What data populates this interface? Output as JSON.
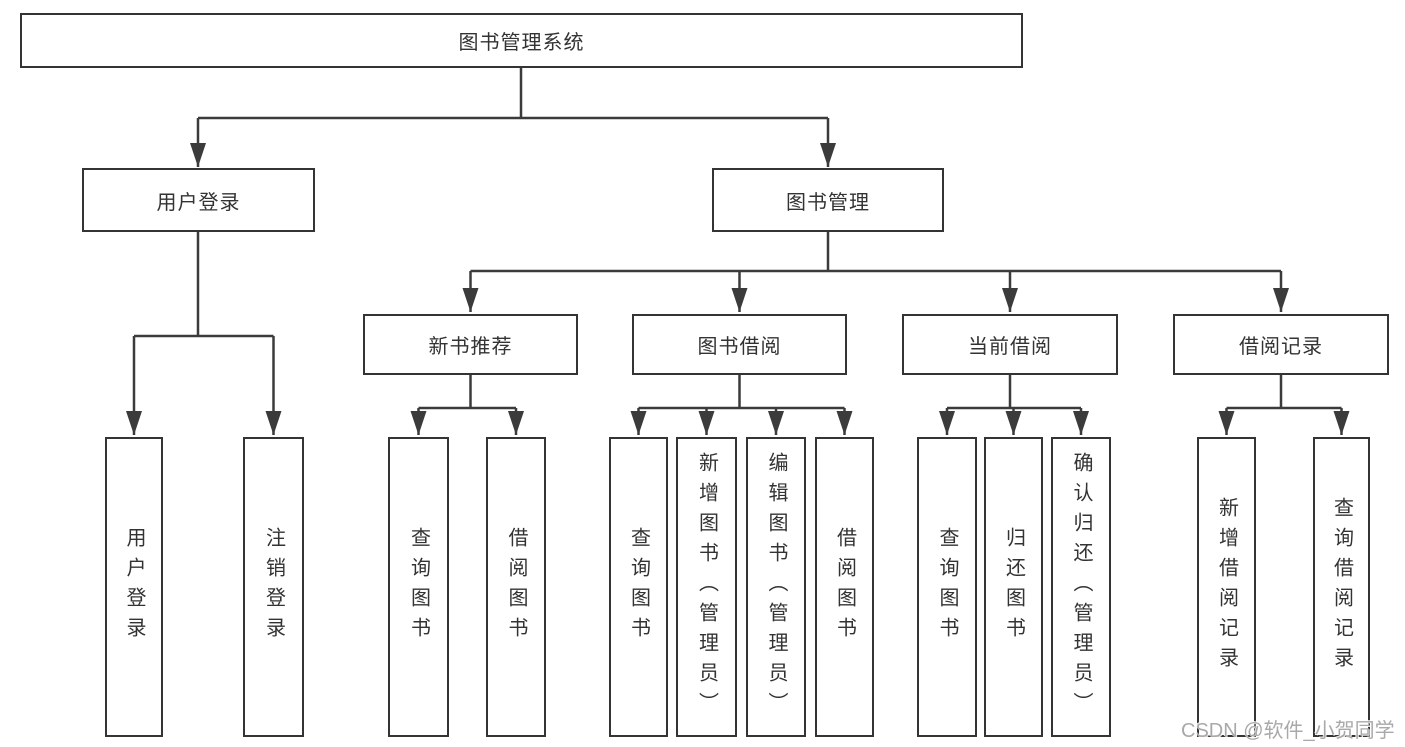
{
  "diagram": {
    "title": "图书管理系统",
    "type": "functional-structure-tree",
    "hierarchy": {
      "图书管理系统": {
        "用户登录": [
          "用户登录",
          "注销登录"
        ],
        "图书管理": {
          "新书推荐": [
            "查询图书",
            "借阅图书"
          ],
          "图书借阅": [
            "查询图书",
            "新增图书（管理员）",
            "编辑图书（管理员）",
            "借阅图书"
          ],
          "当前借阅": [
            "查询图书",
            "归还图书",
            "确认归还（管理员）"
          ],
          "借阅记录": [
            "新增借阅记录",
            "查询借阅记录"
          ]
        }
      }
    }
  },
  "nodes": {
    "root": "图书管理系统",
    "user_login": "用户登录",
    "book_mgmt": "图书管理",
    "login": "用户登录",
    "logout": "注销登录",
    "new_books": "新书推荐",
    "borrowing": "图书借阅",
    "current": "当前借阅",
    "records": "借阅记录",
    "nb_query": "查询图书",
    "nb_borrow": "借阅图书",
    "bw_query": "查询图书",
    "bw_add": "新增图书（管理员）",
    "bw_edit": "编辑图书（管理员）",
    "bw_borrow": "借阅图书",
    "cu_query": "查询图书",
    "cu_return": "归还图书",
    "cu_confirm": "确认归还（管理员）",
    "rc_add": "新增借阅记录",
    "rc_query": "查询借阅记录"
  },
  "watermark": "CSDN @软件_小贺同学",
  "colors": {
    "line": "#3b3b3b",
    "box_border": "#343434",
    "text": "#333333",
    "background": "#ffffff",
    "watermark": "#a9a9a9"
  }
}
